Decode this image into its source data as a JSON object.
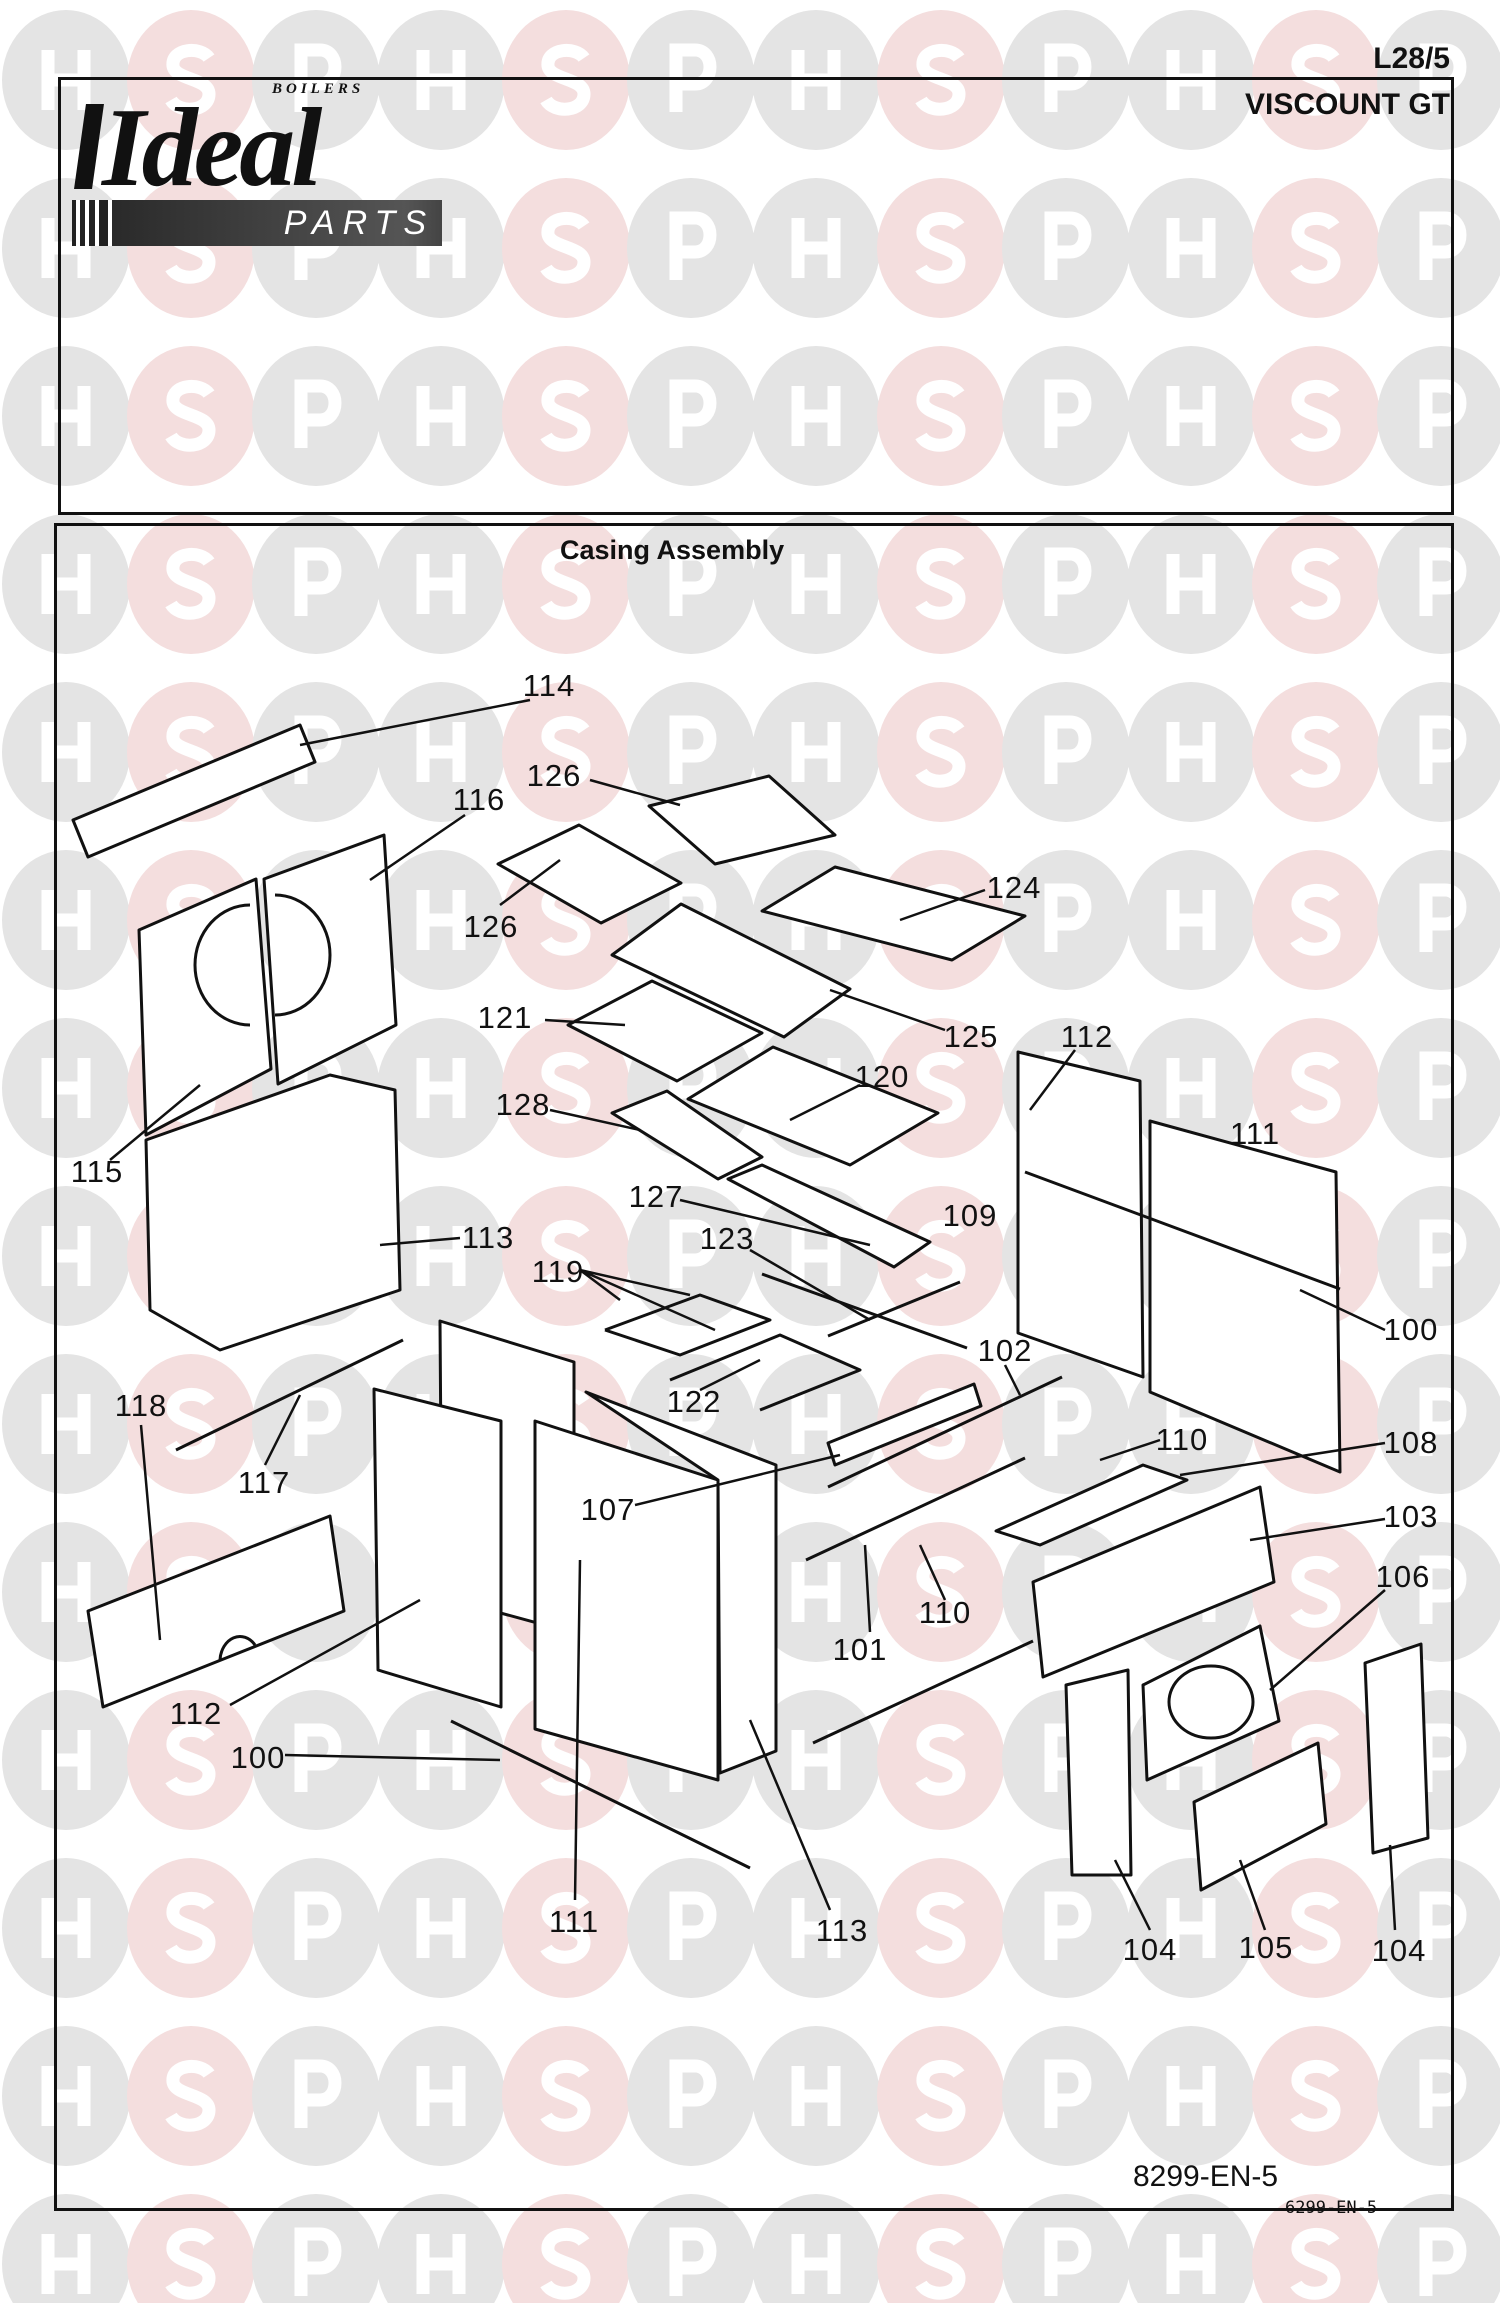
{
  "header": {
    "sheet_code": "L28/5",
    "model": "VISCOUNT GT"
  },
  "logo": {
    "brand": "Ideal",
    "tagline": "BOILERS",
    "sub": "PARTS"
  },
  "diagram": {
    "title": "Casing Assembly",
    "drawing_number": "8299-EN-5",
    "drawing_number_small": "6299-EN-5"
  },
  "callouts": [
    "114",
    "126",
    "116",
    "126",
    "124",
    "121",
    "125",
    "112",
    "128",
    "120",
    "111",
    "115",
    "127",
    "109",
    "113",
    "123",
    "119",
    "100",
    "102",
    "122",
    "118",
    "110",
    "108",
    "117",
    "107",
    "103",
    "106",
    "110",
    "101",
    "112",
    "100",
    "111",
    "113",
    "104",
    "105",
    "104"
  ],
  "watermark": {
    "letters": [
      "H",
      "S",
      "P"
    ],
    "colors": [
      "#e4e4e4",
      "#f4dede",
      "#e4e4e4"
    ]
  }
}
